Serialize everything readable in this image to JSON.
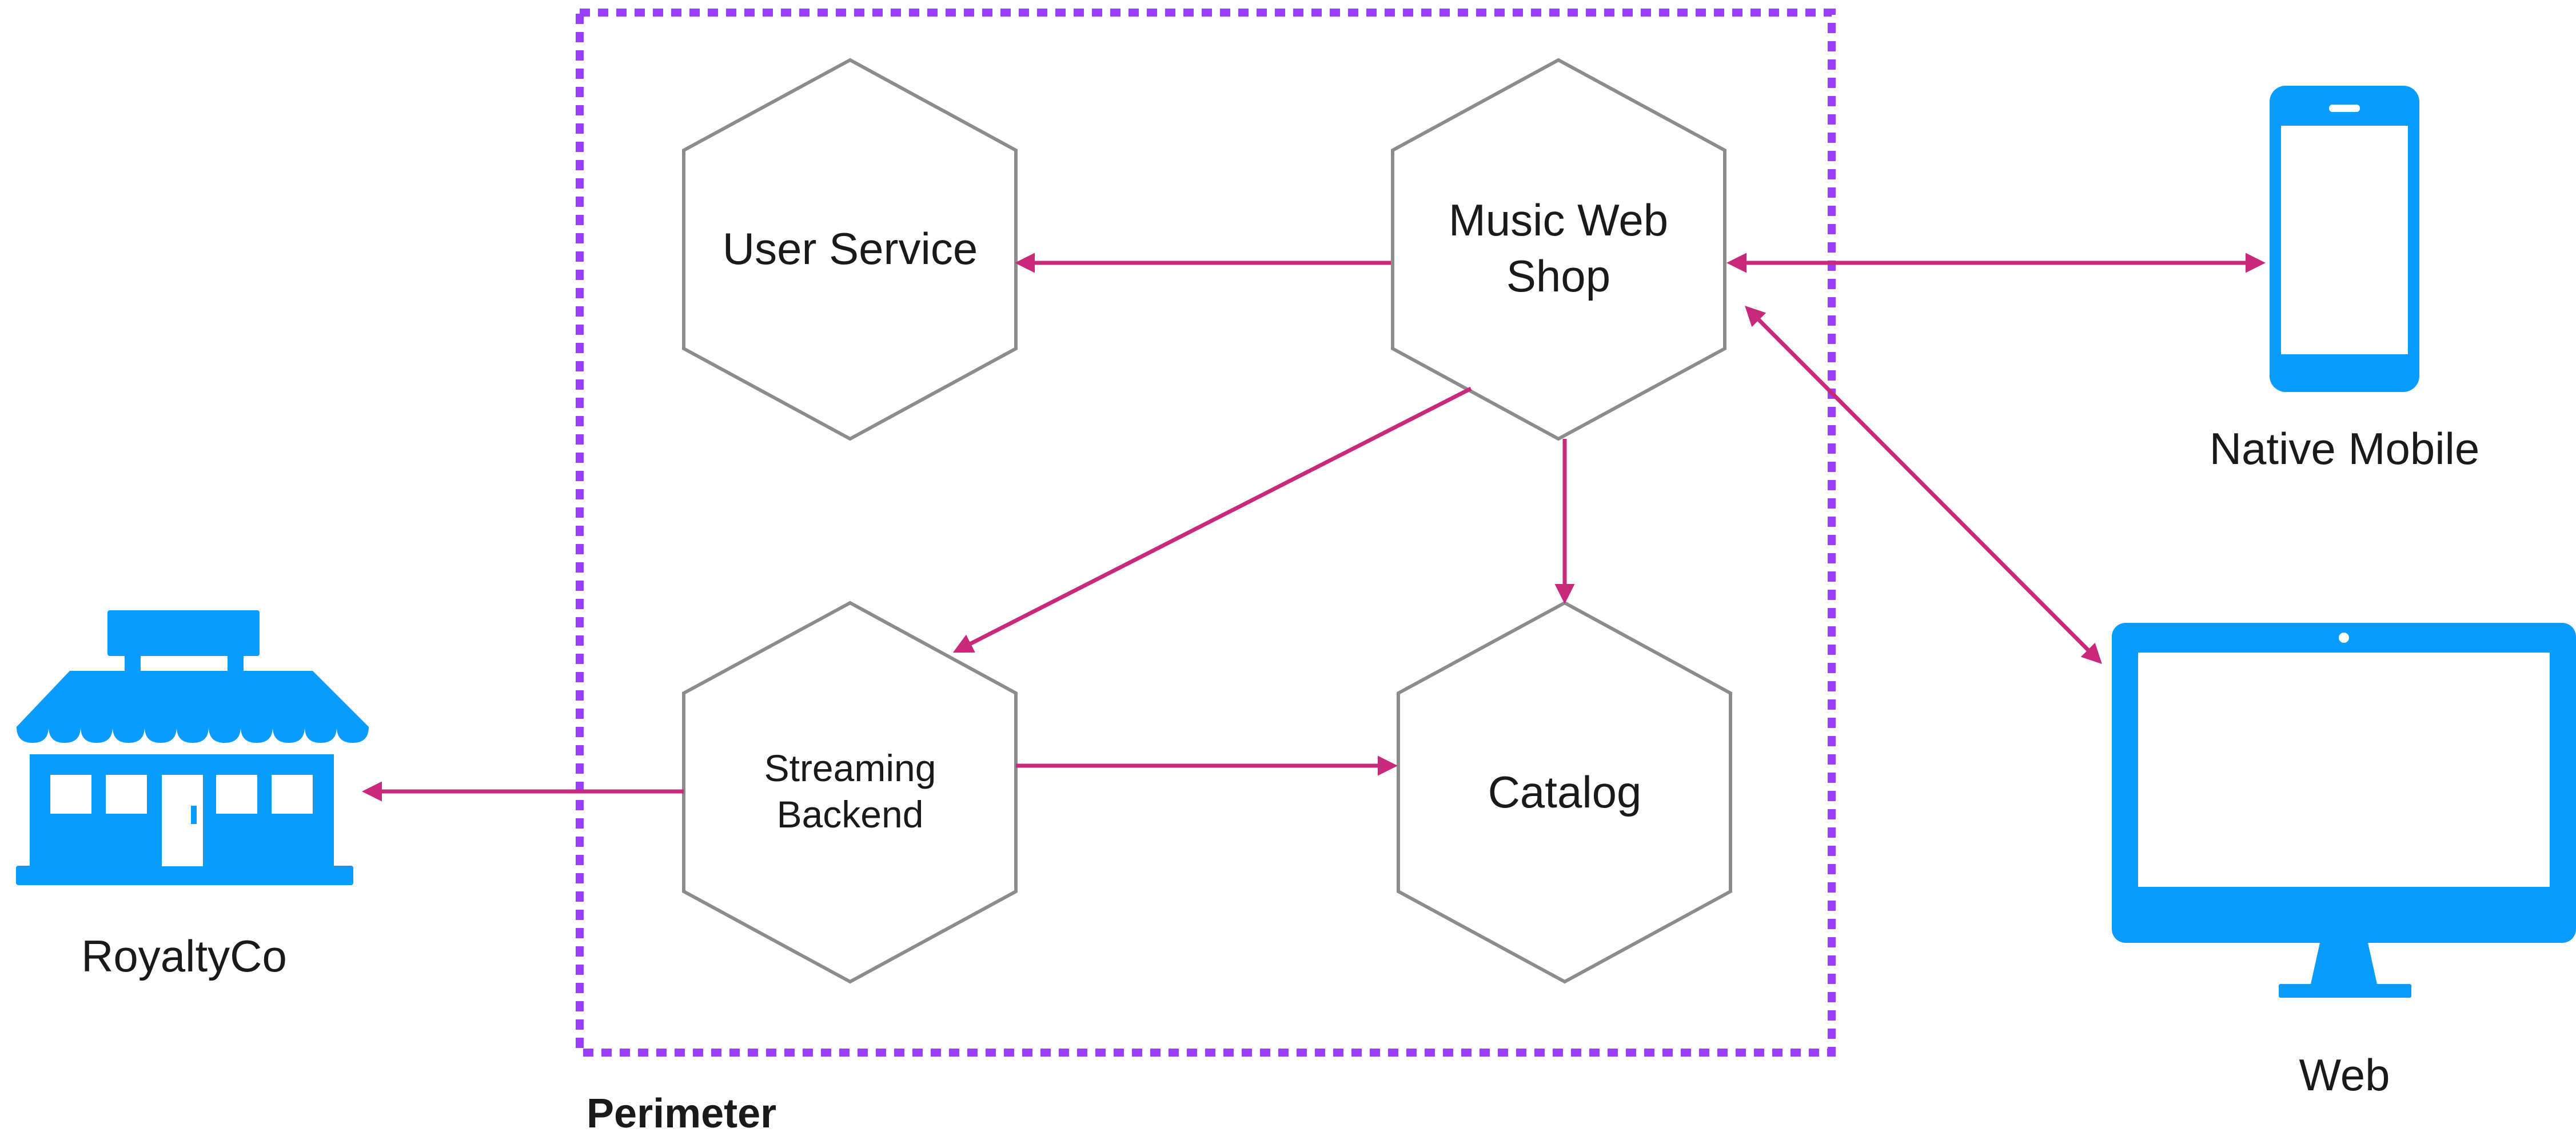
{
  "diagram": {
    "perimeter": {
      "label": "Perimeter"
    },
    "services": {
      "user_service": {
        "label": "User Service"
      },
      "music_web_shop": {
        "label_line1": "Music Web",
        "label_line2": "Shop"
      },
      "streaming_backend": {
        "label_line1": "Streaming",
        "label_line2": "Backend"
      },
      "catalog": {
        "label": "Catalog"
      }
    },
    "external": {
      "royaltyco": {
        "label": "RoyaltyCo",
        "icon": "storefront-icon"
      },
      "native_mobile": {
        "label": "Native Mobile",
        "icon": "mobile-phone-icon"
      },
      "web": {
        "label": "Web",
        "icon": "desktop-monitor-icon"
      }
    },
    "connections": [
      {
        "from": "Music Web Shop",
        "to": "User Service",
        "direction": "one-way"
      },
      {
        "from": "Music Web Shop",
        "to": "Native Mobile",
        "direction": "two-way"
      },
      {
        "from": "Music Web Shop",
        "to": "Web",
        "direction": "two-way"
      },
      {
        "from": "Music Web Shop",
        "to": "Streaming Backend",
        "direction": "one-way"
      },
      {
        "from": "Music Web Shop",
        "to": "Catalog",
        "direction": "one-way"
      },
      {
        "from": "Streaming Backend",
        "to": "Catalog",
        "direction": "one-way"
      },
      {
        "from": "Streaming Backend",
        "to": "RoyaltyCo",
        "direction": "one-way"
      }
    ],
    "colors": {
      "arrow": "#C8297A",
      "perimeter": "#9B3FFF",
      "icon": "#0A9BFF",
      "hexagon_stroke": "#8C8C8C"
    }
  }
}
